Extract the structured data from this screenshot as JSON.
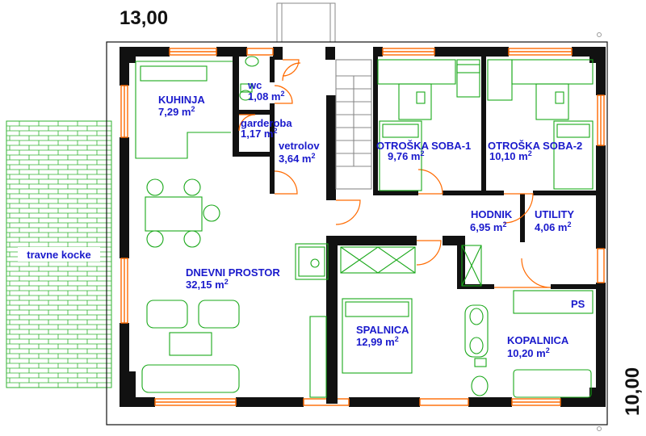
{
  "dimensions": {
    "width": "13,00",
    "height": "10,00"
  },
  "rooms": {
    "kuhinja": {
      "name": "KUHINJA",
      "area": "7,29 m",
      "sup": "2"
    },
    "wc": {
      "name": "wc",
      "area": "1,08 m",
      "sup": "2"
    },
    "garderoba": {
      "name": "garderoba",
      "area": "1,17 m",
      "sup": "2"
    },
    "vetrolov": {
      "name": "vetrolov",
      "area": "3,64 m",
      "sup": "2"
    },
    "soba1": {
      "name": "OTROŠKA SOBA-1",
      "area": "9,76 m",
      "sup": "2"
    },
    "soba2": {
      "name": "OTROŠKA SOBA-2",
      "area": "10,10 m",
      "sup": "2"
    },
    "hodnik": {
      "name": "HODNIK",
      "area": "6,95 m",
      "sup": "2"
    },
    "utility": {
      "name": "UTILITY",
      "area": "4,06 m",
      "sup": "2"
    },
    "dnevni": {
      "name": "DNEVNI PROSTOR",
      "area": "32,15 m",
      "sup": "2"
    },
    "spalnica": {
      "name": "SPALNICA",
      "area": "12,99 m",
      "sup": "2"
    },
    "kopalnica": {
      "name": "KOPALNICA",
      "area": "10,20 m",
      "sup": "2"
    }
  },
  "labels": {
    "ps": "PS",
    "grass": "travne kocke"
  },
  "colors": {
    "wall": "#111111",
    "window": "#ff6a00",
    "furniture": "#1aa81a",
    "label": "#1a1acc"
  }
}
